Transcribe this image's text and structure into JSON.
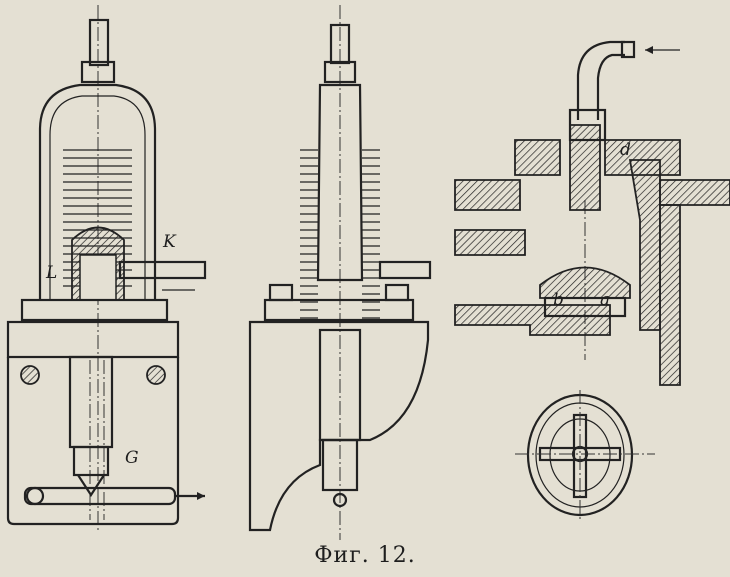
{
  "figure": {
    "caption": "Фиг. 12.",
    "labels": {
      "K": "K",
      "L": "L",
      "G": "G",
      "d": "d",
      "b": "b",
      "a": "a"
    },
    "colors": {
      "paper": "#e4e0d3",
      "ink": "#222222"
    }
  }
}
